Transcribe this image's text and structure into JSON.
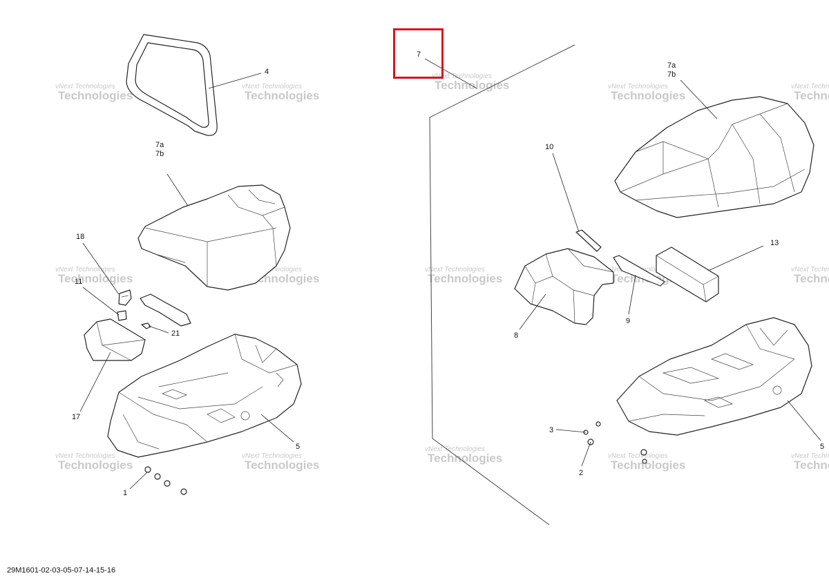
{
  "highlight_color": "#d9141e",
  "watermark": {
    "line1": "vNext Technologies",
    "line2": "Technologies"
  },
  "callouts": {
    "c1": "1",
    "c2": "2",
    "c3": "3",
    "c4": "4",
    "c5a": "5",
    "c5b": "5",
    "c7": "7",
    "c7a_l": "7a",
    "c7b_l": "7b",
    "c7a_r": "7a",
    "c7b_r": "7b",
    "c8": "8",
    "c9": "9",
    "c10": "10",
    "c11": "11",
    "c13": "13",
    "c17": "17",
    "c18": "18",
    "c21": "21"
  },
  "footer": {
    "code": "29M1601-02-03-05-07-14-15-16"
  }
}
